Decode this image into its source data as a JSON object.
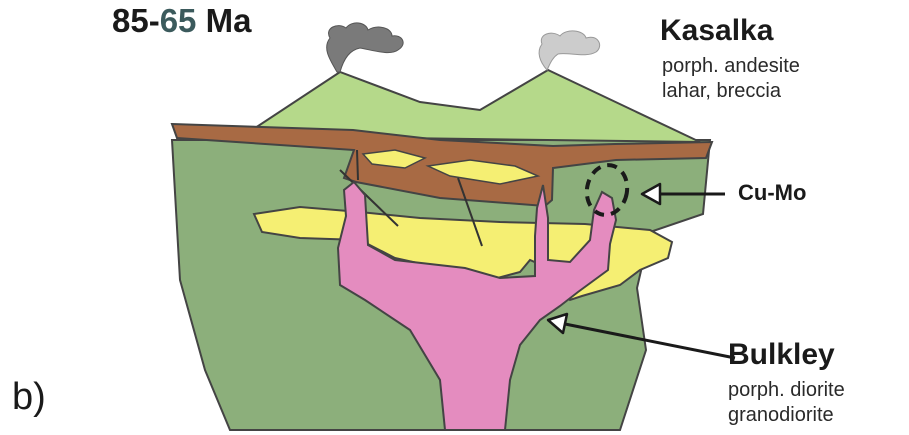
{
  "age": {
    "start": "85-",
    "end": "65",
    "unit": " Ma"
  },
  "panel_label": "b)",
  "labels": {
    "kasalka": {
      "title": "Kasalka",
      "line1": "porph. andesite",
      "line2": "lahar, breccia"
    },
    "cu_mo": "Cu-Mo",
    "bulkley": {
      "title": "Bulkley",
      "line1": "porph. diorite",
      "line2": "granodiorite"
    }
  },
  "colors": {
    "volcano_green": "#b5d98a",
    "host_rock_green": "#8caf7b",
    "strata_brown": "#a86a44",
    "yellow_unit": "#f5ef73",
    "intrusion_pink": "#e48cbf",
    "smoke_dark": "#7a7a7a",
    "smoke_light": "#cccccc"
  }
}
